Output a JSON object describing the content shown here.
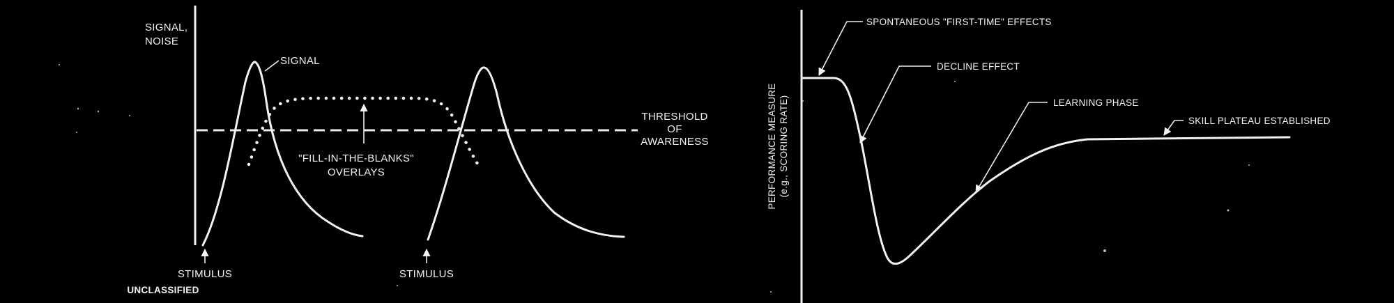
{
  "left_diagram": {
    "y_axis_label_line1": "SIGNAL,",
    "y_axis_label_line2": "NOISE",
    "signal_label": "SIGNAL",
    "threshold_label_line1": "THRESHOLD",
    "threshold_label_line2": "OF",
    "threshold_label_line3": "AWARENESS",
    "overlay_label_line1": "\"FILL-IN-THE-BLANKS\"",
    "overlay_label_line2": "OVERLAYS",
    "stimulus_1_label": "STIMULUS",
    "stimulus_1_sublabel": "UNCLASSIFIED",
    "stimulus_2_label": "STIMULUS"
  },
  "right_diagram": {
    "y_axis_label_line1": "PERFORMANCE MEASURE",
    "y_axis_label_line2": "(e.g., SCORING RATE)",
    "annotations": {
      "spontaneous": "SPONTANEOUS \"FIRST-TIME\" EFFECTS",
      "decline": "DECLINE EFFECT",
      "learning": "LEARNING PHASE",
      "plateau": "SKILL PLATEAU ESTABLISHED"
    }
  },
  "colors": {
    "background": "#000000",
    "ink": "#f2f2f2"
  }
}
